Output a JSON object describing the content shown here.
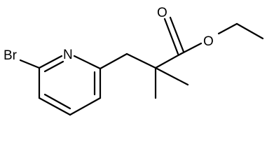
{
  "molecule": {
    "atoms": {
      "br": "Br",
      "n": "N",
      "o_carbonyl": "O",
      "o_ester": "O"
    },
    "colors": {
      "bond": "#000000",
      "label": "#000000",
      "background": "#ffffff"
    }
  }
}
